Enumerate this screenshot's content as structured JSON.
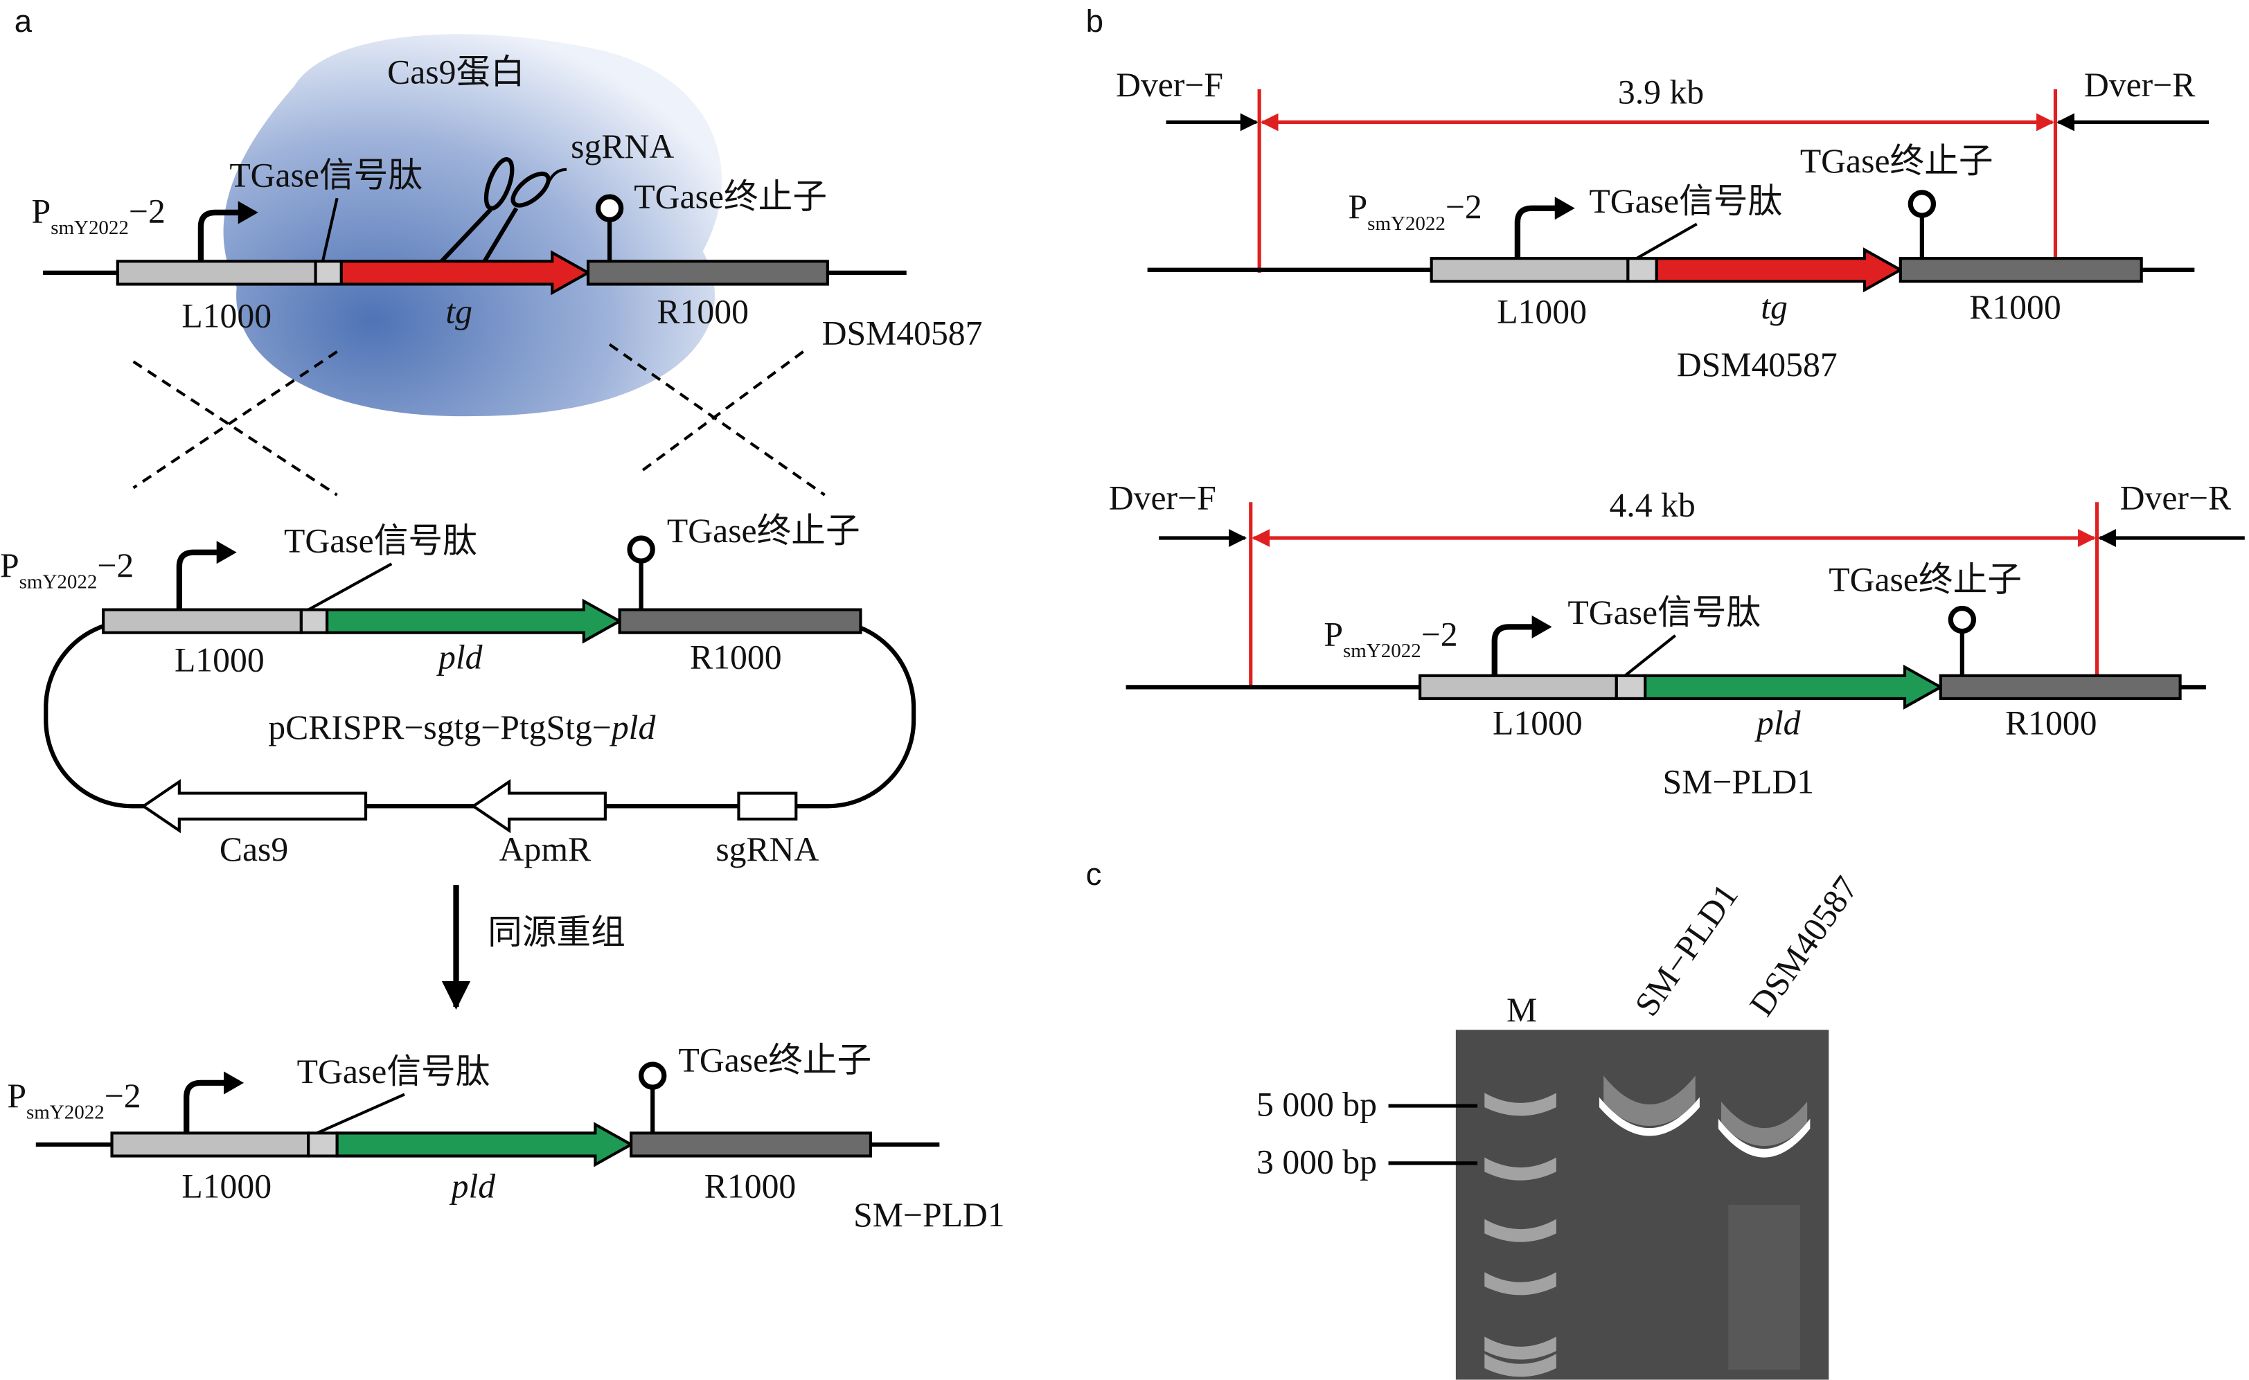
{
  "colors": {
    "red": "#e02020",
    "green": "#1f9a55",
    "light_gray": "#c0c0c0",
    "dark_gray": "#6b6b6b",
    "cas9_blue": "#5a7fbf",
    "gel": "#4b4b4b"
  },
  "panel_a": {
    "label": "a",
    "cas9_protein": "Cas9蛋白",
    "sgrna": "sgRNA",
    "promoter": {
      "p": "P",
      "sub": "smY2022",
      "suffix": "−2"
    },
    "signal_peptide": "TGase信号肽",
    "terminator": "TGase终止子",
    "left_arm": "L1000",
    "gene_tg": "tg",
    "right_arm": "R1000",
    "strain_wt": "DSM40587",
    "plasmid_name": "pCRISPR−sgtg−PtgStg−",
    "plasmid_gene": "pld",
    "gene_pld": "pld",
    "plasmid_cas9": "Cas9",
    "plasmid_apmr": "ApmR",
    "plasmid_sgrna": "sgRNA",
    "recombination": "同源重组",
    "strain_mut": "SM−PLD1"
  },
  "panel_b": {
    "label": "b",
    "primer_f": "Dver−F",
    "primer_r": "Dver−R",
    "size_wt": "3.9 kb",
    "size_mut": "4.4 kb",
    "strain_wt": "DSM40587",
    "strain_mut": "SM−PLD1"
  },
  "panel_c": {
    "label": "c",
    "marker": "M",
    "lane1": "SM−PLD1",
    "lane2": "DSM40587",
    "bp_5000": "5 000 bp",
    "bp_3000": "3 000 bp"
  }
}
